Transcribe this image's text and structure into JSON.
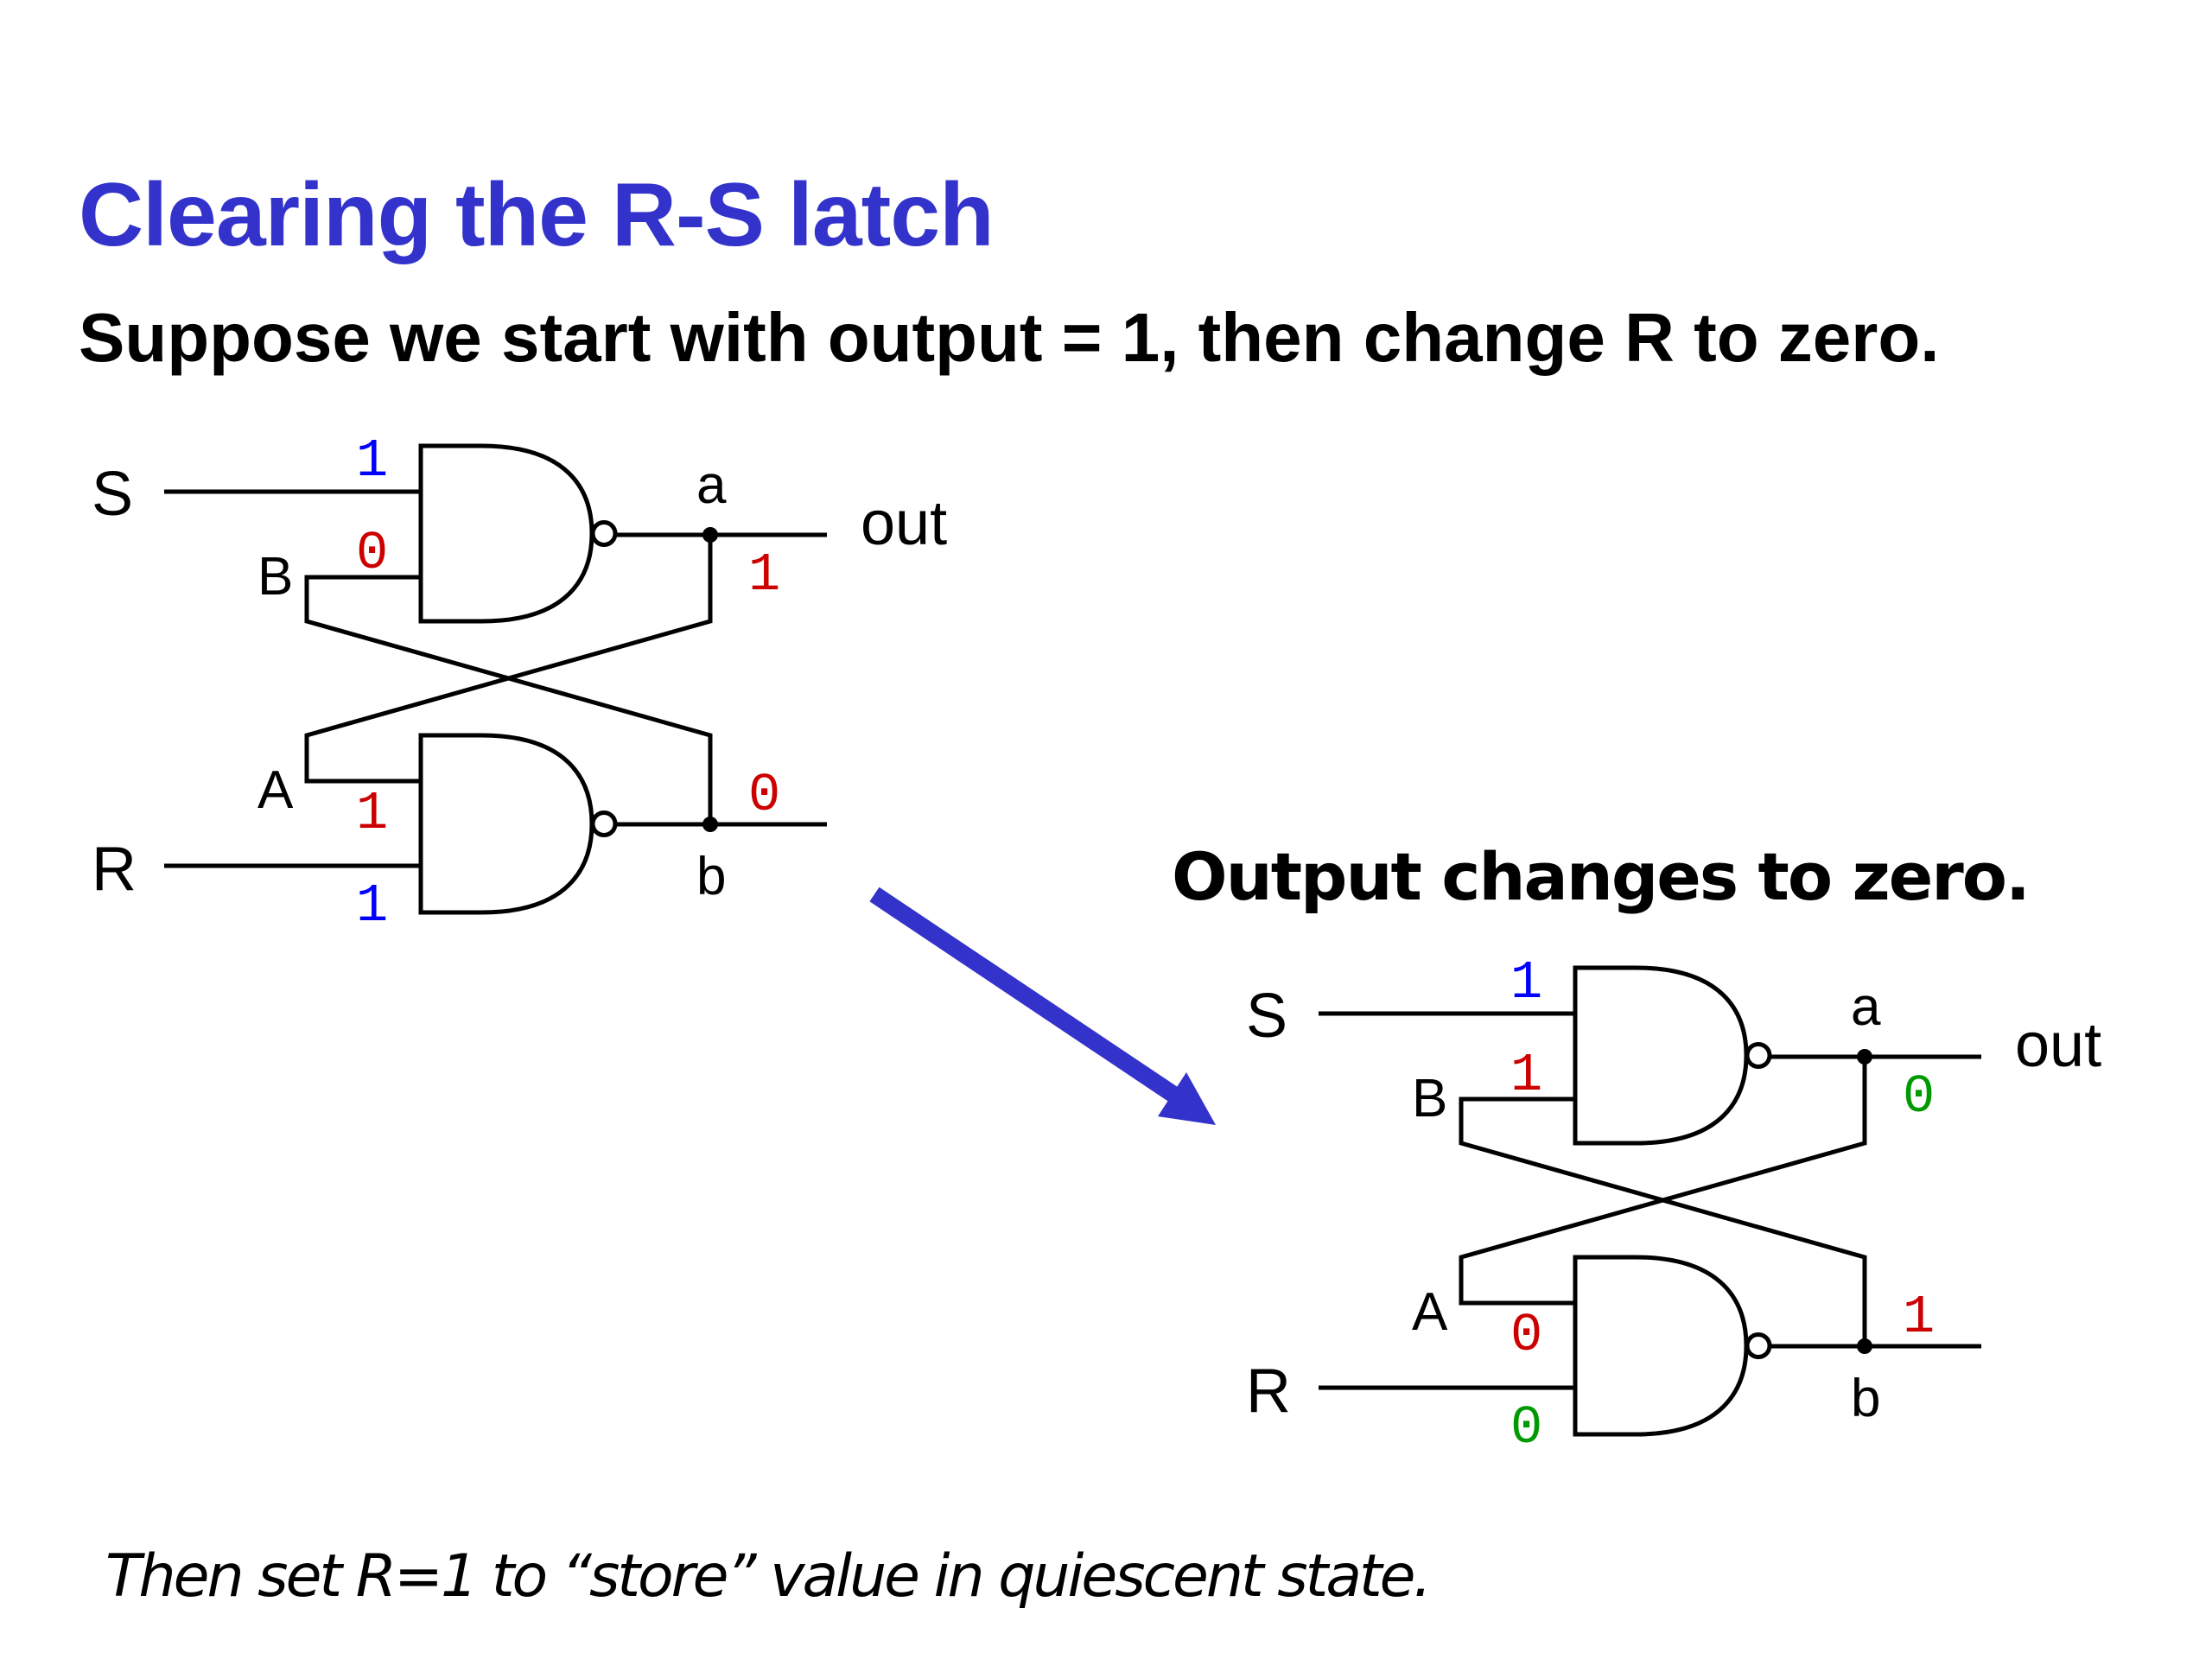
{
  "slide": {
    "title": "Clearing the R-S latch",
    "subtitle": "Suppose we start with output = 1, then change R to zero.",
    "result_caption": "Output changes to zero.",
    "footer_note": "Then set R=1 to “store” value in quiescent state."
  },
  "colors": {
    "title": "#3333cc",
    "arrow": "#3333cc",
    "input_value": "#0000ff",
    "feedback_value": "#cc0000",
    "changed_value": "#009900"
  },
  "diagrams": [
    {
      "name": "before",
      "labels": {
        "S": "S",
        "R": "R",
        "A": "A",
        "B": "B",
        "a": "a",
        "b": "b",
        "out": "out"
      },
      "values": {
        "S": {
          "text": "1",
          "color": "#0000ff"
        },
        "B": {
          "text": "0",
          "color": "#cc0000"
        },
        "a": {
          "text": "1",
          "color": "#cc0000"
        },
        "b": {
          "text": "0",
          "color": "#cc0000"
        },
        "A": {
          "text": "1",
          "color": "#cc0000"
        },
        "R": {
          "text": "1",
          "color": "#0000ff"
        }
      }
    },
    {
      "name": "after",
      "labels": {
        "S": "S",
        "R": "R",
        "A": "A",
        "B": "B",
        "a": "a",
        "b": "b",
        "out": "out"
      },
      "values": {
        "S": {
          "text": "1",
          "color": "#0000ff"
        },
        "B": {
          "text": "1",
          "color": "#cc0000"
        },
        "a": {
          "text": "0",
          "color": "#009900"
        },
        "b": {
          "text": "1",
          "color": "#cc0000"
        },
        "A": {
          "text": "0",
          "color": "#cc0000"
        },
        "R": {
          "text": "0",
          "color": "#009900"
        }
      }
    }
  ],
  "arrow_icon": "arrow-down-right-icon"
}
